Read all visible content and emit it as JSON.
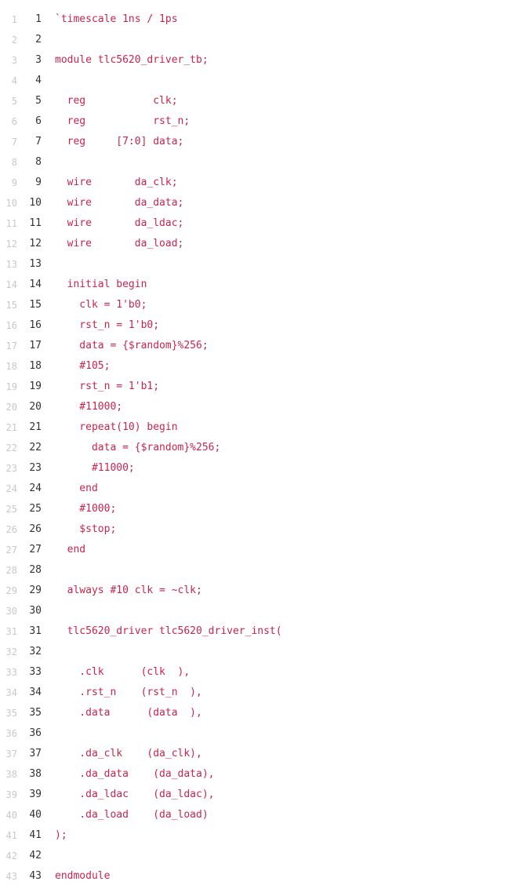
{
  "code": {
    "language": "verilog",
    "lines": [
      {
        "n": "1",
        "text": "`timescale 1ns / 1ps"
      },
      {
        "n": "2",
        "text": ""
      },
      {
        "n": "3",
        "text": "module tlc5620_driver_tb;"
      },
      {
        "n": "4",
        "text": ""
      },
      {
        "n": "5",
        "text": "  reg           clk;"
      },
      {
        "n": "6",
        "text": "  reg           rst_n;"
      },
      {
        "n": "7",
        "text": "  reg     [7:0] data;"
      },
      {
        "n": "8",
        "text": ""
      },
      {
        "n": "9",
        "text": "  wire       da_clk;"
      },
      {
        "n": "10",
        "text": "  wire       da_data;"
      },
      {
        "n": "11",
        "text": "  wire       da_ldac;"
      },
      {
        "n": "12",
        "text": "  wire       da_load;"
      },
      {
        "n": "13",
        "text": ""
      },
      {
        "n": "14",
        "text": "  initial begin"
      },
      {
        "n": "15",
        "text": "    clk = 1'b0;"
      },
      {
        "n": "16",
        "text": "    rst_n = 1'b0;"
      },
      {
        "n": "17",
        "text": "    data = {$random}%256;"
      },
      {
        "n": "18",
        "text": "    #105;"
      },
      {
        "n": "19",
        "text": "    rst_n = 1'b1;"
      },
      {
        "n": "20",
        "text": "    #11000;"
      },
      {
        "n": "21",
        "text": "    repeat(10) begin"
      },
      {
        "n": "22",
        "text": "      data = {$random}%256;"
      },
      {
        "n": "23",
        "text": "      #11000;"
      },
      {
        "n": "24",
        "text": "    end"
      },
      {
        "n": "25",
        "text": "    #1000;"
      },
      {
        "n": "26",
        "text": "    $stop;"
      },
      {
        "n": "27",
        "text": "  end"
      },
      {
        "n": "28",
        "text": ""
      },
      {
        "n": "29",
        "text": "  always #10 clk = ~clk;"
      },
      {
        "n": "30",
        "text": ""
      },
      {
        "n": "31",
        "text": "  tlc5620_driver tlc5620_driver_inst("
      },
      {
        "n": "32",
        "text": ""
      },
      {
        "n": "33",
        "text": "    .clk      (clk  ),"
      },
      {
        "n": "34",
        "text": "    .rst_n    (rst_n  ),"
      },
      {
        "n": "35",
        "text": "    .data      (data  ),"
      },
      {
        "n": "36",
        "text": ""
      },
      {
        "n": "37",
        "text": "    .da_clk    (da_clk),"
      },
      {
        "n": "38",
        "text": "    .da_data    (da_data),"
      },
      {
        "n": "39",
        "text": "    .da_ldac    (da_ldac),"
      },
      {
        "n": "40",
        "text": "    .da_load    (da_load)"
      },
      {
        "n": "41",
        "text": ");"
      },
      {
        "n": "42",
        "text": ""
      },
      {
        "n": "43",
        "text": "endmodule"
      }
    ]
  }
}
